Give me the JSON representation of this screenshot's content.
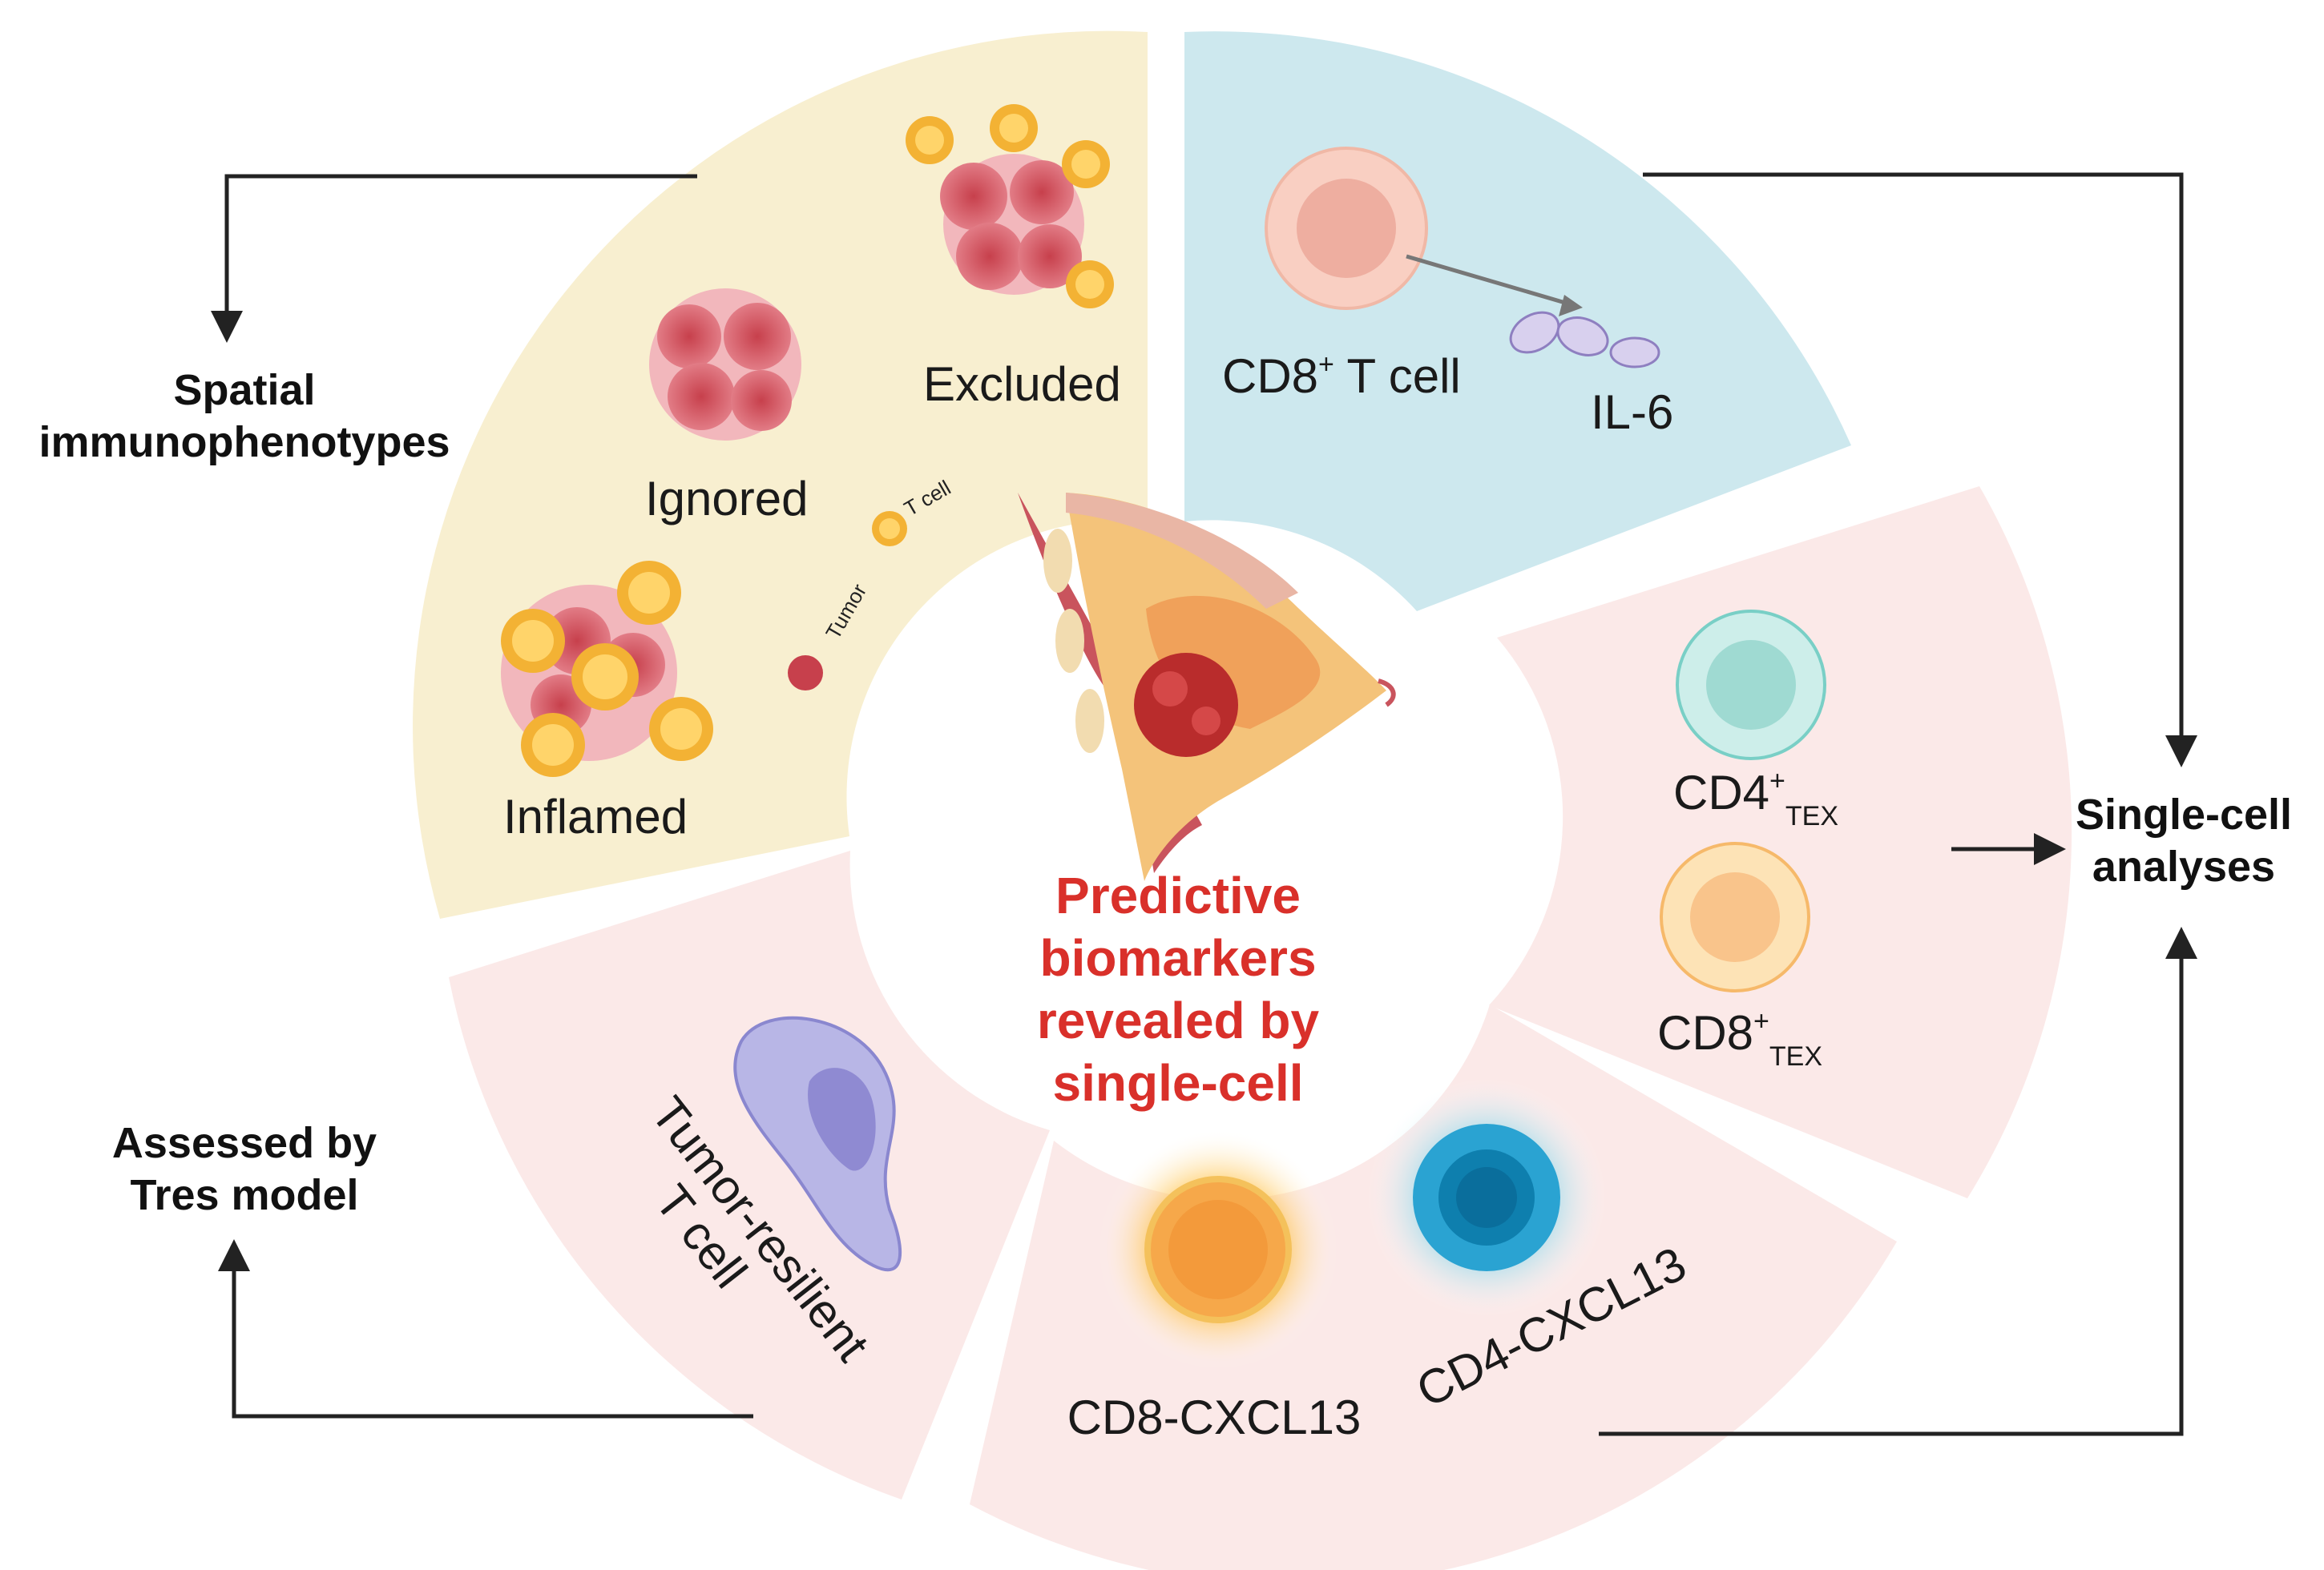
{
  "colors": {
    "quadrant_spatial": "#f8efd0",
    "quadrant_il6": "#cde8ee",
    "quadrant_pink": "#fbe9e8",
    "center_text": "#d9302a",
    "arrow": "#222222"
  },
  "side_labels": {
    "spatial_line1": "Spatial",
    "spatial_line2": "immunophenotypes",
    "assessed_line1": "Assessed by",
    "assessed_line2": "Tres model",
    "singlecell_line1": "Single-cell",
    "singlecell_line2": "analyses"
  },
  "center_title": {
    "line1": "Predictive",
    "line2": "biomarkers",
    "line3": "revealed by",
    "line4": "single-cell"
  },
  "spatial_quadrant": {
    "excluded": "Excluded",
    "ignored": "Ignored",
    "inflamed": "Inflamed",
    "tumor_tag": "Tumor",
    "tcell_tag": "T cell"
  },
  "il6_quadrant": {
    "cd8_main": "CD8",
    "cd8_sup": "+",
    "cd8_rest": " T cell",
    "il6": "IL-6"
  },
  "tex_quadrant": {
    "cd4_main": "CD4",
    "cd4_sup": "+",
    "cd4_sub": "TEX",
    "cd8_main": "CD8",
    "cd8_sup": "+",
    "cd8_sub": "TEX"
  },
  "cxcl13_quadrant": {
    "cd8_cxcl13": "CD8-CXCL13",
    "cd4_cxcl13": "CD4-CXCL13"
  },
  "tres_quadrant": {
    "line1": "Tumor-resilient",
    "line2": "T cell"
  },
  "icons": [
    "tumor-cluster-icon",
    "t-cell-icon",
    "cd8-t-cell-icon",
    "il6-molecule-icon",
    "breast-tumor-icon",
    "cd4-tex-cell-icon",
    "cd8-tex-cell-icon",
    "cd8-cxcl13-cell-icon",
    "cd4-cxcl13-cell-icon",
    "tumor-resilient-cell-icon"
  ]
}
